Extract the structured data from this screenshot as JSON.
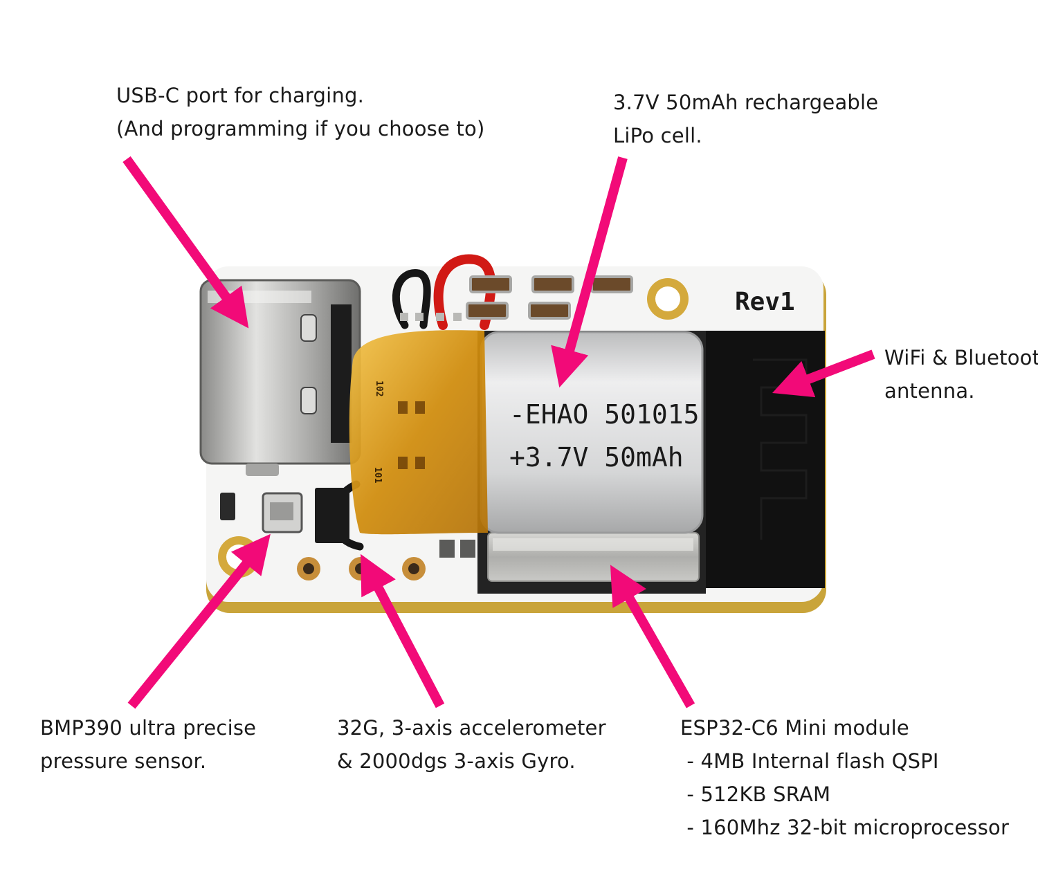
{
  "board": {
    "silkscreen_revision": "Rev1",
    "battery_print_line1": "-EHAO 501015",
    "battery_print_line2": "+3.7V 50mAh",
    "component_marks": [
      "102",
      "101"
    ]
  },
  "callouts": {
    "usb_c": {
      "lines": [
        "USB-C port for charging.",
        "(And programming if you choose to)"
      ]
    },
    "battery": {
      "lines": [
        "3.7V 50mAh rechargeable",
        "LiPo cell."
      ]
    },
    "antenna": {
      "lines": [
        "WiFi & Bluetooth",
        "antenna."
      ]
    },
    "pressure_sensor": {
      "lines": [
        "BMP390 ultra precise",
        "pressure sensor."
      ]
    },
    "imu": {
      "lines": [
        "32G, 3-axis accelerometer",
        "& 2000dgs 3-axis Gyro."
      ]
    },
    "esp32": {
      "lines": [
        "ESP32-C6 Mini module",
        " - 4MB Internal flash QSPI",
        " - 512KB SRAM",
        " - 160Mhz 32-bit microprocessor"
      ]
    }
  },
  "colors": {
    "arrow": "#f20a78",
    "pcb": "#f5f5f4",
    "pcb_edge": "#c9a43a",
    "battery_wrap": "#d99a12",
    "battery_body": "#d9dadb",
    "antenna": "#111111",
    "module_shield": "#b9b9b6"
  }
}
